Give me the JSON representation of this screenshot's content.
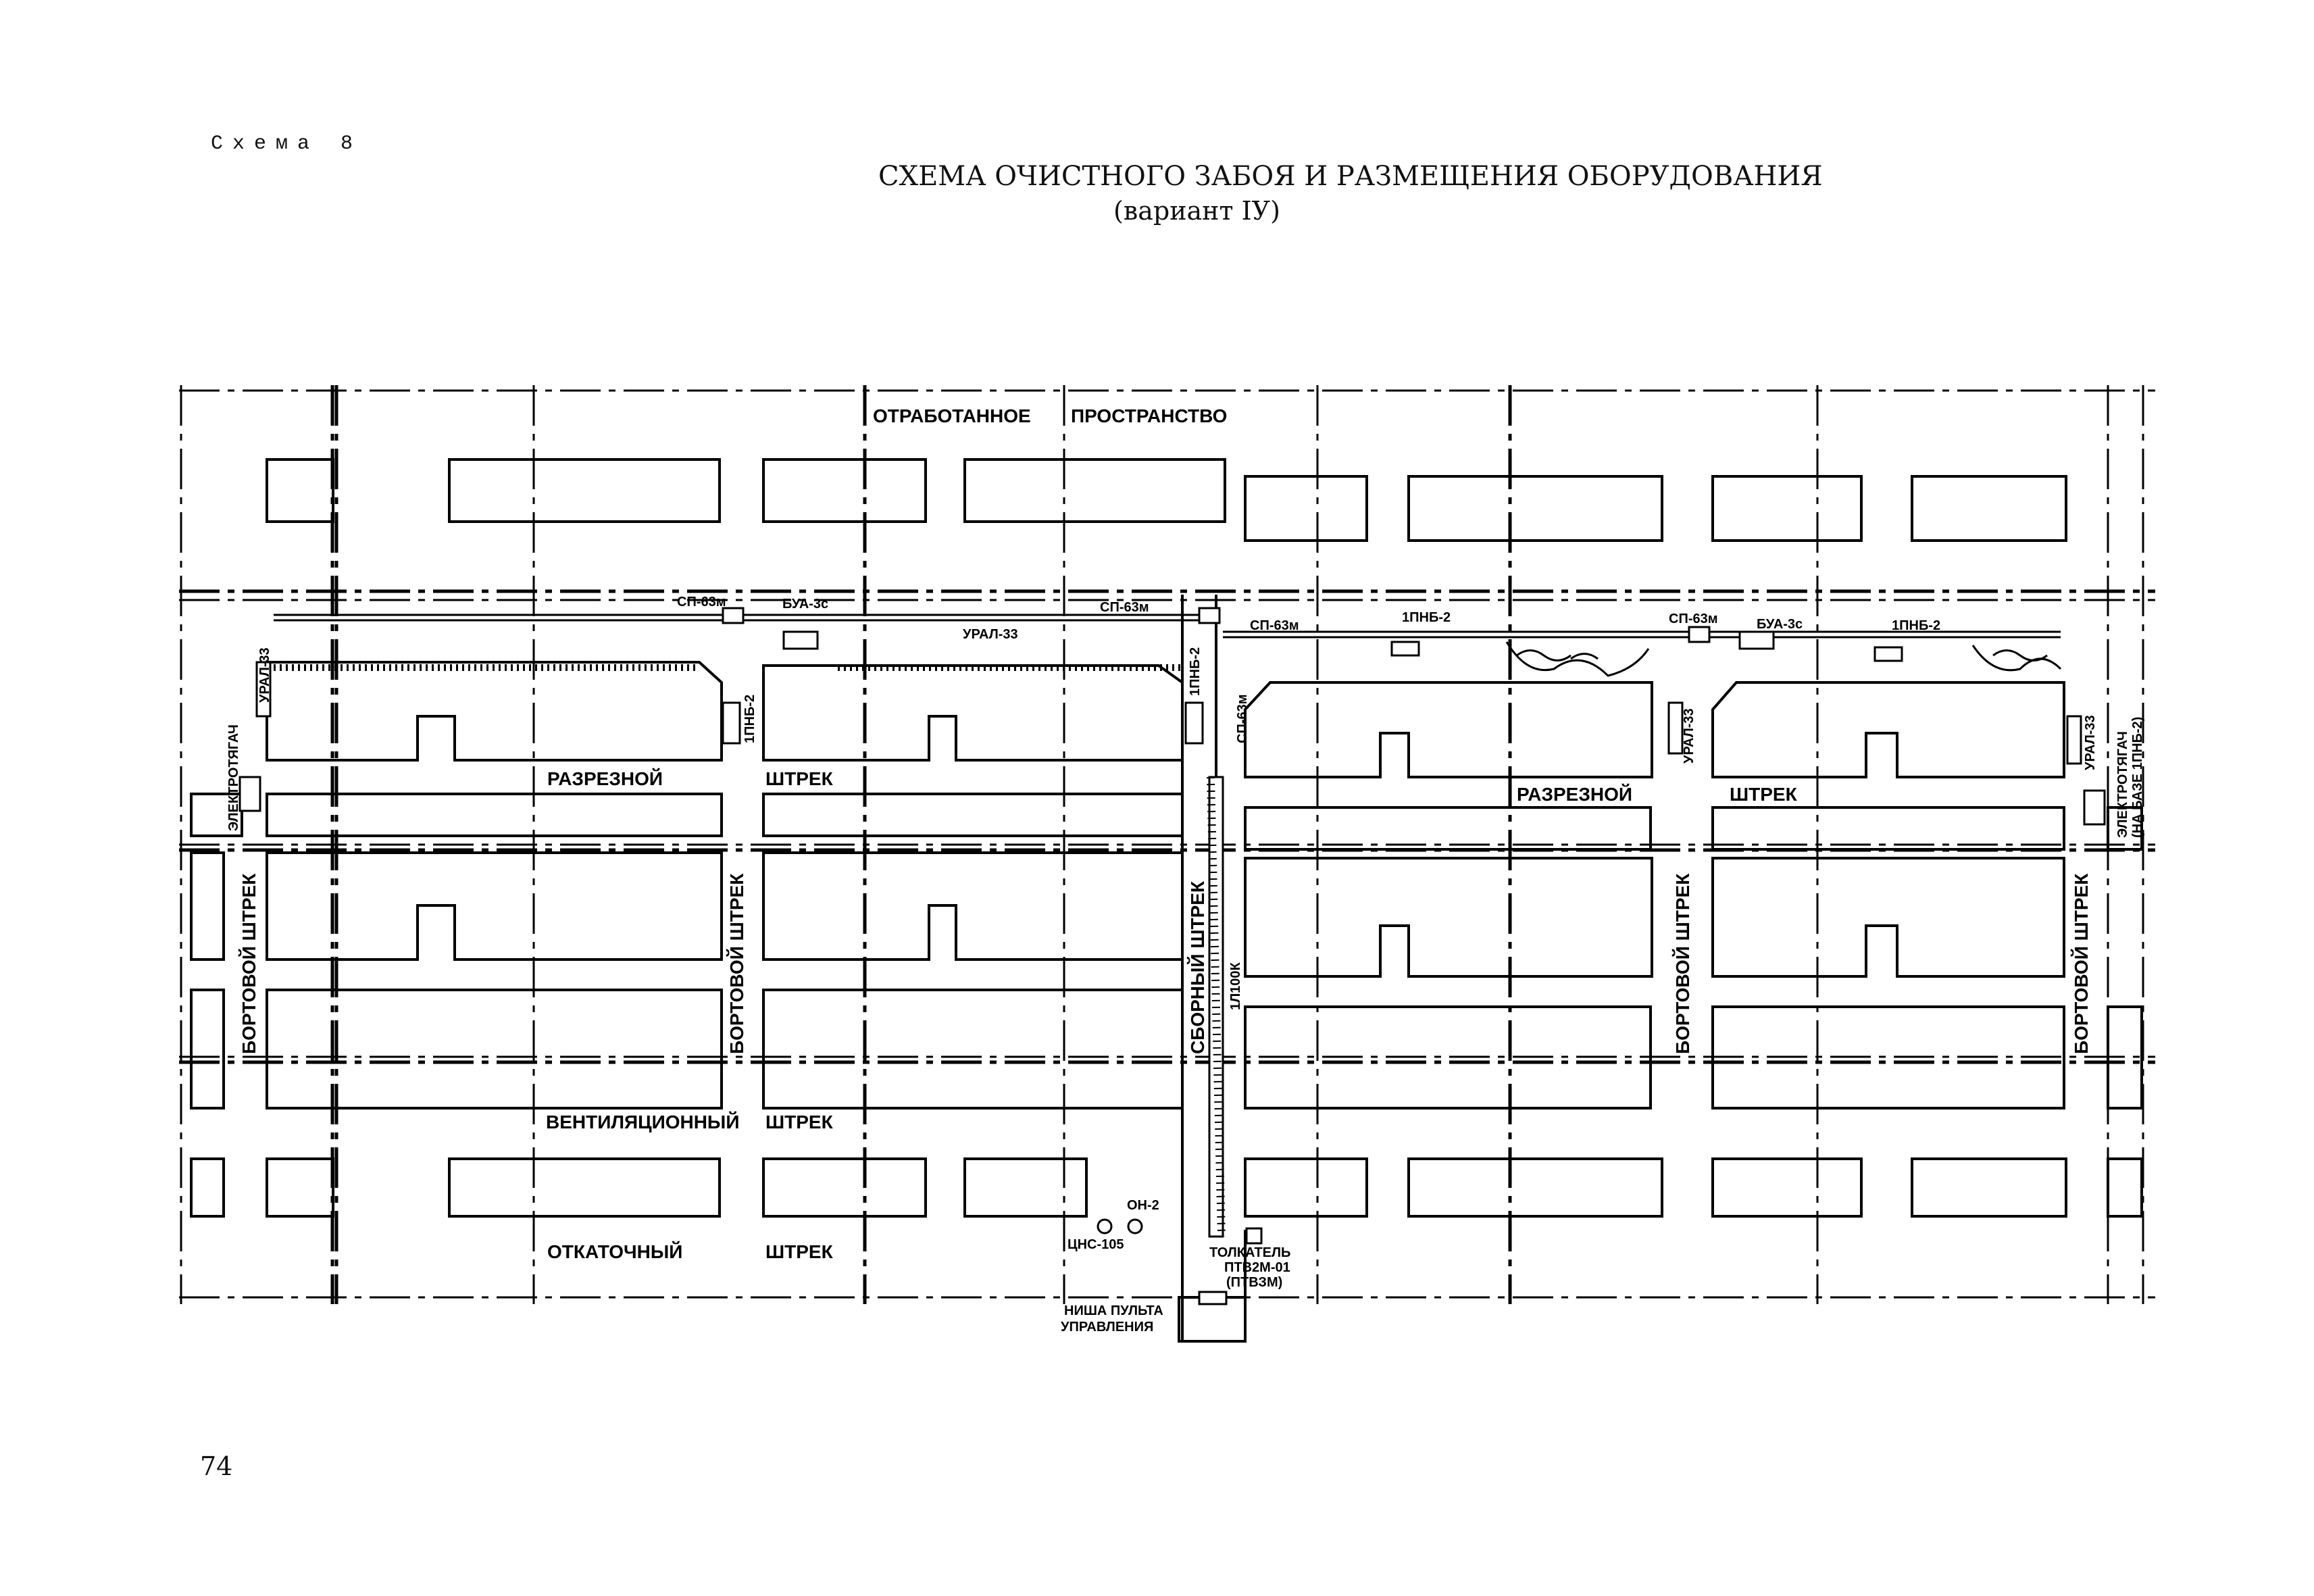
{
  "header": {
    "scheme_label": "Схема 8",
    "title": "СХЕМА ОЧИСТНОГО ЗАБОЯ И РАЗМЕЩЕНИЯ ОБОРУДОВАНИЯ",
    "subtitle": "(вариант IУ)"
  },
  "page_number": "74",
  "labels": {
    "worked_out_1": "ОТРАБОТАННОЕ",
    "worked_out_2": "ПРОСТРАНСТВО",
    "cut_drift_left_1": "РАЗРЕЗНОЙ",
    "cut_drift_left_2": "ШТРЕК",
    "cut_drift_right_1": "РАЗРЕЗНОЙ",
    "cut_drift_right_2": "ШТРЕК",
    "vent_drift_1": "ВЕНТИЛЯЦИОННЫЙ",
    "vent_drift_2": "ШТРЕК",
    "haul_drift_1": "ОТКАТОЧНЫЙ",
    "haul_drift_2": "ШТРЕК",
    "side_drift": "БОРТОВОЙ ШТРЕК",
    "collector_drift": "СБОРНЫЙ ШТРЕК",
    "conveyor_1l": "1Л100К",
    "sp63m": "СП-63м",
    "bua3s": "БУА-3с",
    "ural33": "УРАЛ-33",
    "ural33_top": "УРАЛ-33",
    "pnb2": "1ПНБ-2",
    "electro": "ЭЛЕКТРОТЯГАЧ",
    "electro_sub": "(НА БАЗЕ 1ПНБ-2)",
    "on2": "ОН-2",
    "cns105": "ЦНС-105",
    "pusher_1": "ТОЛКАТЕЛЬ",
    "pusher_2": "ПТВ2М-01",
    "pusher_3": "(ПТВЗМ)",
    "niche_1": "НИША ПУЛЬТА",
    "niche_2": "УПРАВЛЕНИЯ"
  }
}
